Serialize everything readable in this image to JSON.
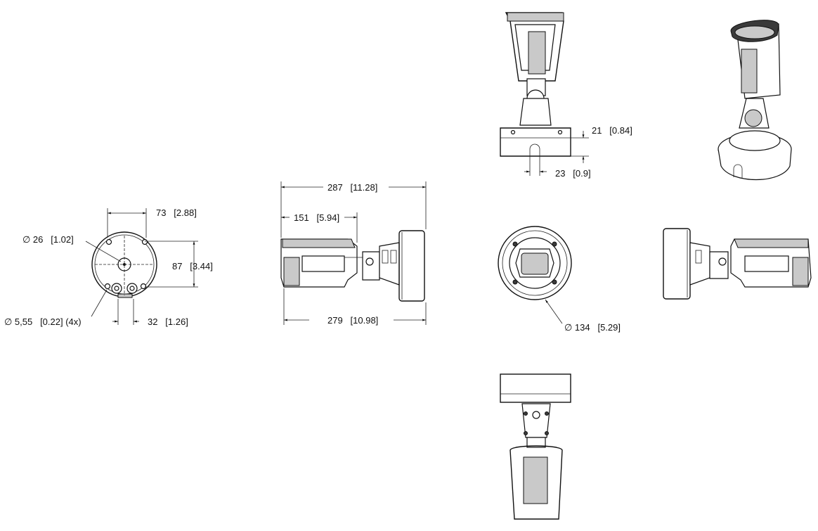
{
  "dimensions": {
    "mount_diameter_label": "∅ 26   [1.02]",
    "hole_diameter_label": "∅ 5,55   [0.22] (4x)",
    "mount_width_label": "73   [2.88]",
    "mount_height_label": "87   [3.44]",
    "hole_spacing_label": "32   [1.26]",
    "overall_length_label": "287   [11.28]",
    "arm_length_label": "151   [5.94]",
    "housing_length_label": "279   [10.98]",
    "base_height_label": "21   [0.84]",
    "slot_width_label": "23   [0.9]",
    "base_diameter_label": "∅ 134   [5.29]"
  },
  "views": [
    "mount-bottom-view",
    "side-view-left",
    "front-view",
    "side-view-right",
    "top-view",
    "perspective-view",
    "rear-view"
  ]
}
